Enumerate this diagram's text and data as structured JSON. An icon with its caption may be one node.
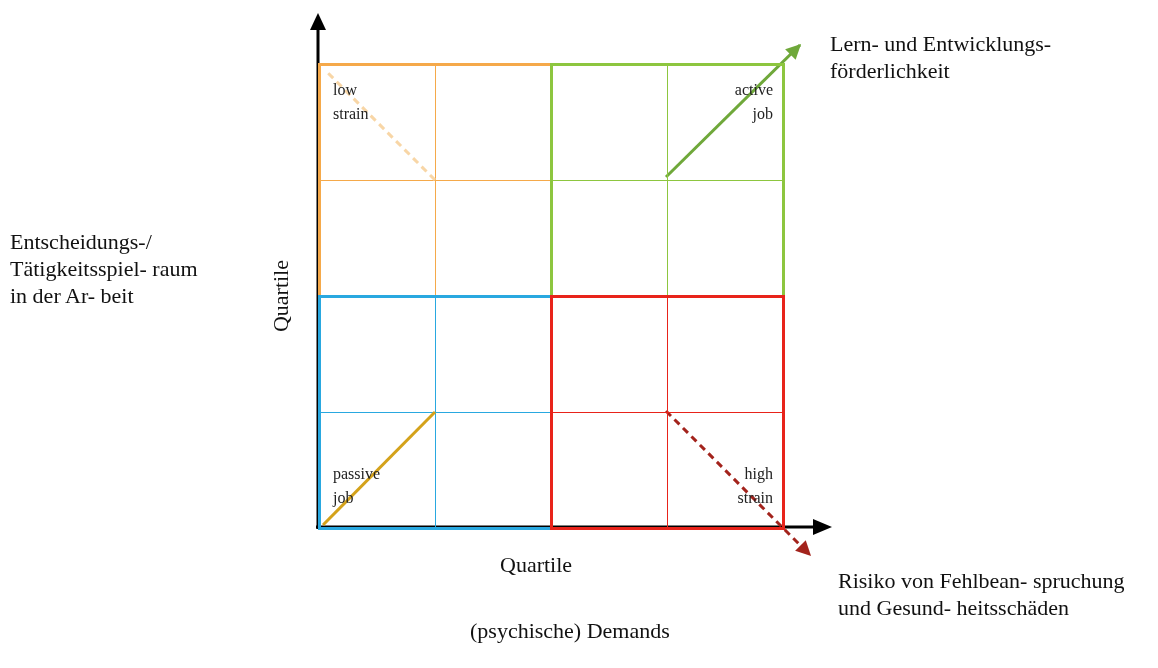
{
  "diagram": {
    "nodes": [
      {
        "text": [
          "low strain"
        ]
      },
      {
        "text": [
          "active job"
        ]
      },
      {
        "text": [
          "passive job"
        ]
      },
      {
        "text": [
          "high strain"
        ]
      },
      {
        "text": [
          "Lern- und Entwicklungs- förderlichkeit"
        ]
      },
      {
        "text": [
          "Risiko von Fehlbean- spruchung und Gesund- heitsschäden"
        ]
      },
      {
        "text": [
          "Entscheidungs-/ Tätigkeitsspiel- raum in der Ar- beit"
        ]
      }
    ],
    "edges": [
      {
        "from": 1,
        "to": 4,
        "arrow": "to",
        "color": "#6fa83a"
      },
      {
        "from": 3,
        "to": 5,
        "arrow": "to",
        "style": "dashed",
        "color": "#a3231c"
      }
    ],
    "labels": [
      "Quartile",
      "Quartile",
      "(psychische) Demands"
    ]
  }
}
